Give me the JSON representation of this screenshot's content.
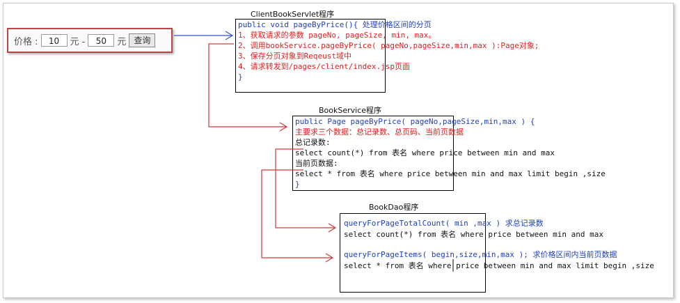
{
  "form": {
    "price_label": "价格 :",
    "min_value": "10",
    "unit_dash": "元 -",
    "max_value": "50",
    "unit": "元",
    "query_button": "查询"
  },
  "servlet": {
    "title": "ClientBookServlet程序",
    "lines": [
      {
        "text": "public void pageByPrice(){  处理价格区间的分页",
        "color": "blue"
      },
      {
        "text": "  1、获取请求的参数 pageNo, pageSize, min, max。",
        "color": "red"
      },
      {
        "text": "  2、调用bookService.pageByPrice( pageNo,pageSize,min,max ):Page对象;",
        "color": "red"
      },
      {
        "text": "  3、保存分页对象到Reqeust域中",
        "color": "red"
      },
      {
        "text": "  4、请求转发到/pages/client/index.jsp页面",
        "color": "red"
      },
      {
        "text": "}",
        "color": "blue"
      }
    ]
  },
  "service": {
    "title": "BookService程序",
    "lines": [
      {
        "text": "public Page pageByPrice( pageNo,pageSize,min,max ) {",
        "color": "blue"
      },
      {
        "text": "  主要求三个数据：总记录数、总页码、当前页数据",
        "color": "red"
      },
      {
        "text": "  总记录数:",
        "color": "black"
      },
      {
        "text": "          select count(*) from 表名 where price between min and max",
        "color": "black"
      },
      {
        "text": "  当前页数据:",
        "color": "black"
      },
      {
        "text": "          select * from 表名 where price between min and max limit begin ,size",
        "color": "black"
      },
      {
        "text": "}",
        "color": "blue"
      }
    ]
  },
  "dao": {
    "title": "BookDao程序",
    "method1": "queryForPageTotalCount( min ,max )  求总记录数",
    "sql1": "    select count(*) from 表名 where price between min and max",
    "method2": "queryForPageItems( begin,size,min,max ); 求价格区间内当前页数据",
    "sql2": "  select * from 表名 where price between min and max limit begin ,size"
  }
}
